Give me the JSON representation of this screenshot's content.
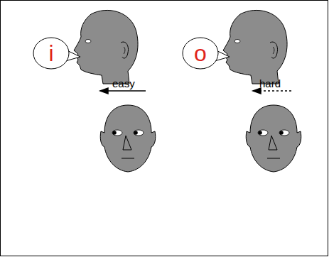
{
  "diagram": {
    "nodes": [
      {
        "text": [
          "i"
        ]
      },
      {
        "text": [
          "o"
        ]
      }
    ],
    "labels": [
      "easy",
      "hard"
    ]
  }
}
